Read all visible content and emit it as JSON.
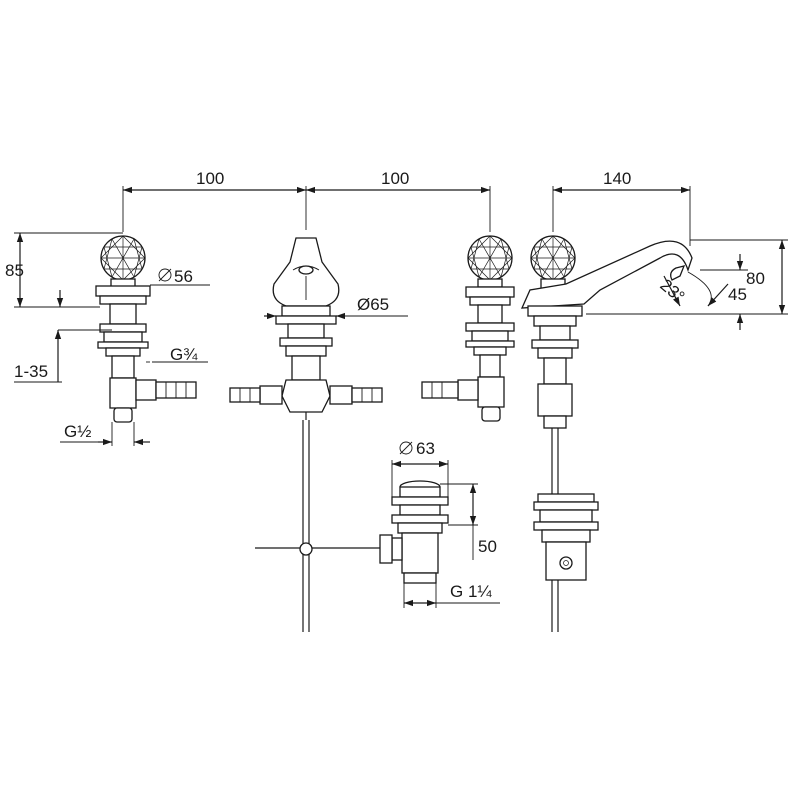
{
  "dimensions": {
    "spacing_left": "100",
    "spacing_right": "100",
    "spout_reach": "140",
    "handle_height": "85",
    "handle_diameter": "56",
    "deck_thickness": "1-35",
    "thread_upper": "G¾",
    "thread_lower": "G½",
    "spout_base_diameter": "Ø65",
    "waste_diameter": "63",
    "waste_height": "50",
    "waste_thread": "G 1¼",
    "spout_height": "80",
    "spout_drop": "45",
    "swivel_angle": "23°"
  }
}
